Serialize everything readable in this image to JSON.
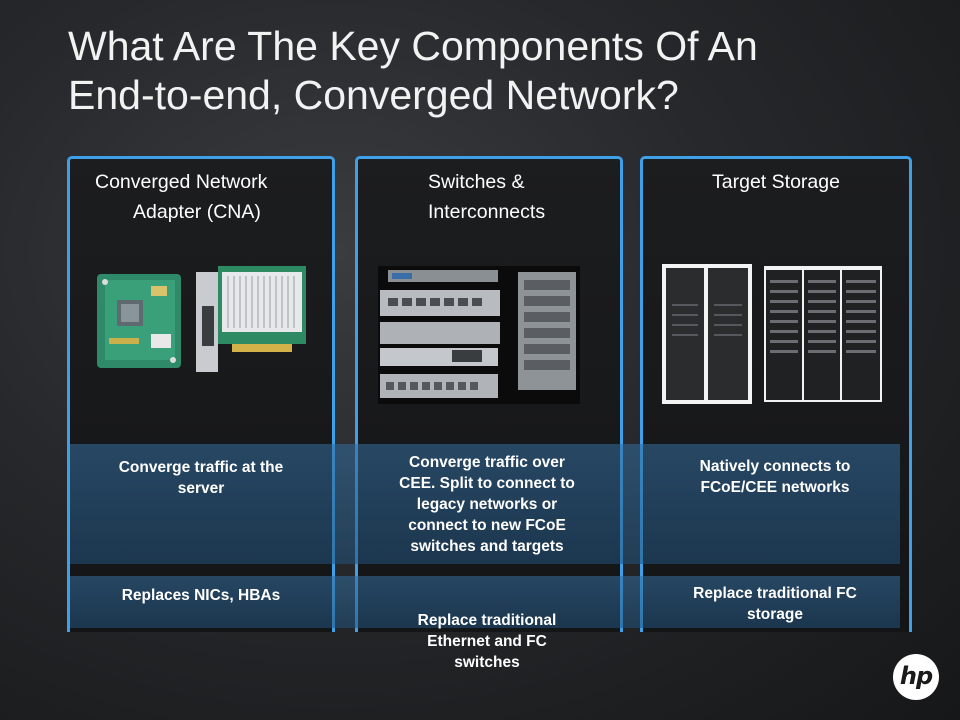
{
  "slide": {
    "title_line1": "What Are The Key Components Of An",
    "title_line2": "End-to-end, Converged Network?"
  },
  "columns": [
    {
      "title_line1": "Converged Network",
      "title_line2": "Adapter (CNA)",
      "description": [
        "Converge traffic at the",
        "server"
      ],
      "replacement": [
        "Replaces NICs, HBAs"
      ]
    },
    {
      "title_line1": "Switches &",
      "title_line2": "Interconnects",
      "description": [
        "Converge traffic  over",
        "CEE. Split to connect to",
        "legacy networks or",
        "connect to new FCoE",
        "switches and targets"
      ],
      "replacement": [
        "Replace traditional",
        "Ethernet  and FC",
        "switches"
      ]
    },
    {
      "title_line1": "Target Storage",
      "title_line2": "",
      "description": [
        "Natively connects to",
        "FCoE/CEE networks"
      ],
      "replacement": [
        "Replace traditional FC",
        "storage"
      ]
    }
  ],
  "logo": {
    "text": "hp",
    "icon": "hp-logo-icon"
  },
  "colors": {
    "panel_border": "#3fa0e8",
    "band": "#2a6396",
    "background": "#26282b"
  }
}
